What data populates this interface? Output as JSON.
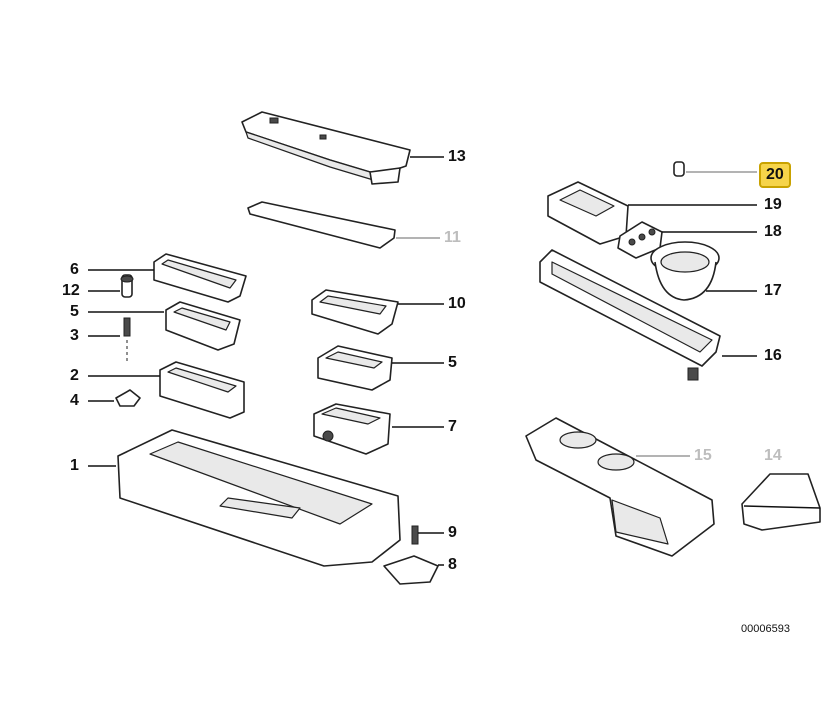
{
  "labels": {
    "p1": "1",
    "p2": "2",
    "p3": "3",
    "p4": "4",
    "p5a": "5",
    "p5b": "5",
    "p6": "6",
    "p7": "7",
    "p8": "8",
    "p9": "9",
    "p10": "10",
    "p11": "11",
    "p12": "12",
    "p13": "13",
    "p14": "14",
    "p15": "15",
    "p16": "16",
    "p17": "17",
    "p18": "18",
    "p19": "19",
    "p20": "20"
  },
  "catalog_number": "00006593",
  "colors": {
    "highlight": "#f6d44a",
    "highlight_border": "#c9a200",
    "dim_label": "#bdbdbd"
  }
}
